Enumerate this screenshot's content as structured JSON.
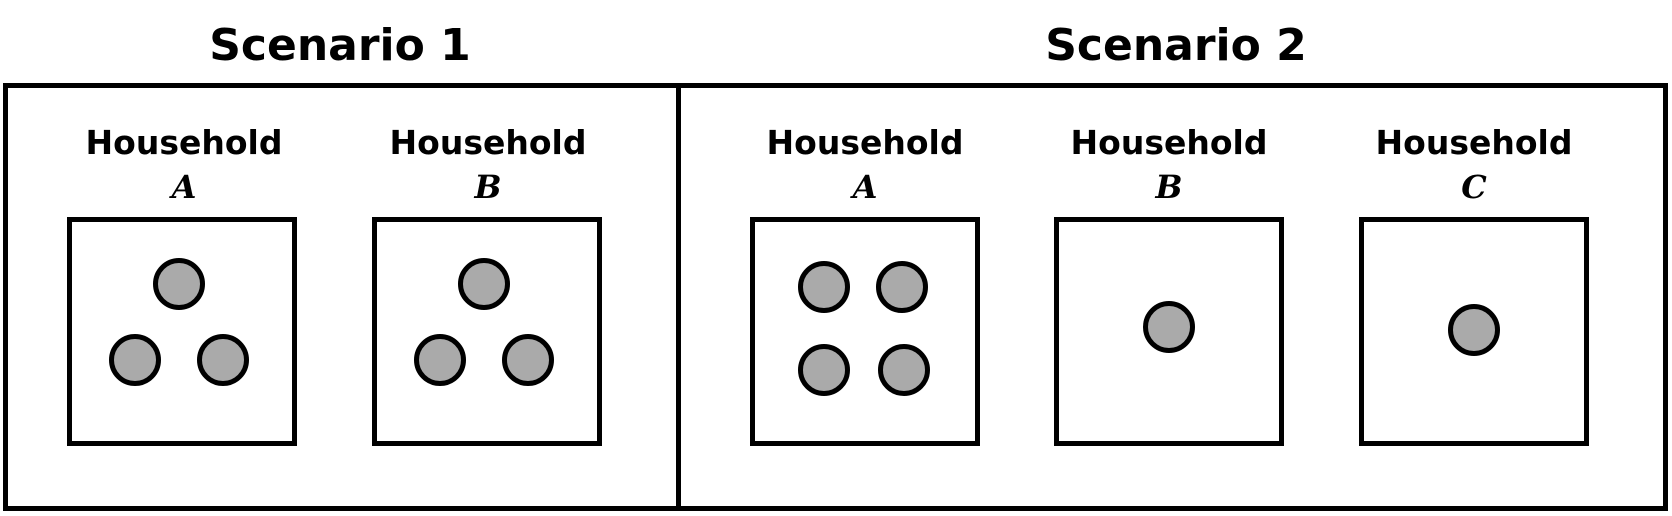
{
  "scenarios": [
    {
      "title": "Scenario 1",
      "households": [
        {
          "label": "Household",
          "letter": "A",
          "members": 3
        },
        {
          "label": "Household",
          "letter": "B",
          "members": 3
        }
      ]
    },
    {
      "title": "Scenario 2",
      "households": [
        {
          "label": "Household",
          "letter": "A",
          "members": 4
        },
        {
          "label": "Household",
          "letter": "B",
          "members": 1
        },
        {
          "label": "Household",
          "letter": "C",
          "members": 1
        }
      ]
    }
  ],
  "colors": {
    "line": "#000000",
    "person_fill": "#aaaaaa",
    "background": "#ffffff"
  }
}
